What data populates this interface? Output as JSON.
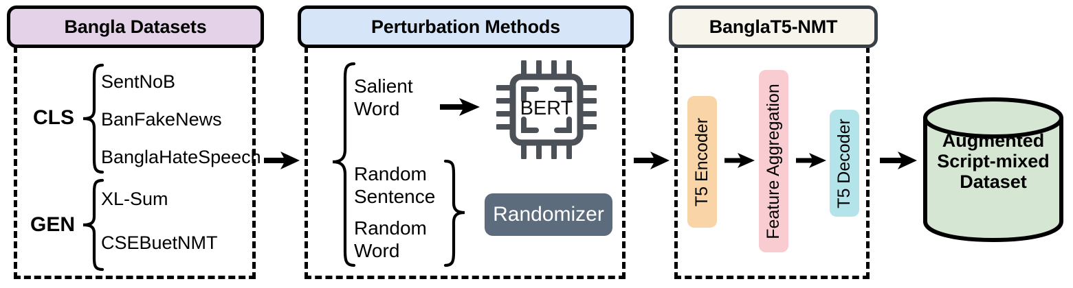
{
  "diagram": {
    "title": "Bangla script-mixed data augmentation pipeline",
    "background": "#ffffff"
  },
  "panels": [
    {
      "id": "bangla-datasets",
      "header_label": "Bangla Datasets",
      "header_fill": "#e3d2e8",
      "header_border": "#000000",
      "groups": [
        {
          "label": "CLS",
          "items": [
            "SentNoB",
            "BanFakeNews",
            "BanglaHateSpeech"
          ]
        },
        {
          "label": "GEN",
          "items": [
            "XL-Sum",
            "CSEBuetNMT"
          ]
        }
      ]
    },
    {
      "id": "perturbation-methods",
      "header_label": "Perturbation Methods",
      "header_fill": "#d7e5f8",
      "header_border": "#000000",
      "methods_top": [
        "Salient",
        "Word"
      ],
      "methods_bottom_a": [
        "Random",
        "Sentence"
      ],
      "methods_bottom_b": [
        "Random",
        "Word"
      ],
      "chip_label": "BERT",
      "chip_color": "#4c5157",
      "randomizer_label": "Randomizer",
      "randomizer_fill": "#5d6c7d",
      "randomizer_text_color": "#ffffff"
    },
    {
      "id": "banglat5-nmt",
      "header_label": "BanglaT5-NMT",
      "header_fill": "#f7f4ec",
      "header_border": "#3a4048",
      "blocks": [
        {
          "label": "T5 Encoder",
          "fill": "#f9d4a7"
        },
        {
          "label": "Feature Aggregation",
          "fill": "#f8ccd1"
        },
        {
          "label": "T5 Decoder",
          "fill": "#b3e4e9"
        }
      ]
    }
  ],
  "output": {
    "id": "augmented-dataset",
    "lines": [
      "Augmented",
      "Script-mixed",
      "Dataset"
    ],
    "fill": "#d5e7d2",
    "stroke": "#000000"
  },
  "arrows": {
    "between_1_2": "arrow-right",
    "salient_to_bert": "arrow-right",
    "between_2_3": "arrow-right",
    "encoder_to_agg": "arrow-right",
    "agg_to_decoder": "arrow-right",
    "between_3_out": "arrow-right"
  }
}
